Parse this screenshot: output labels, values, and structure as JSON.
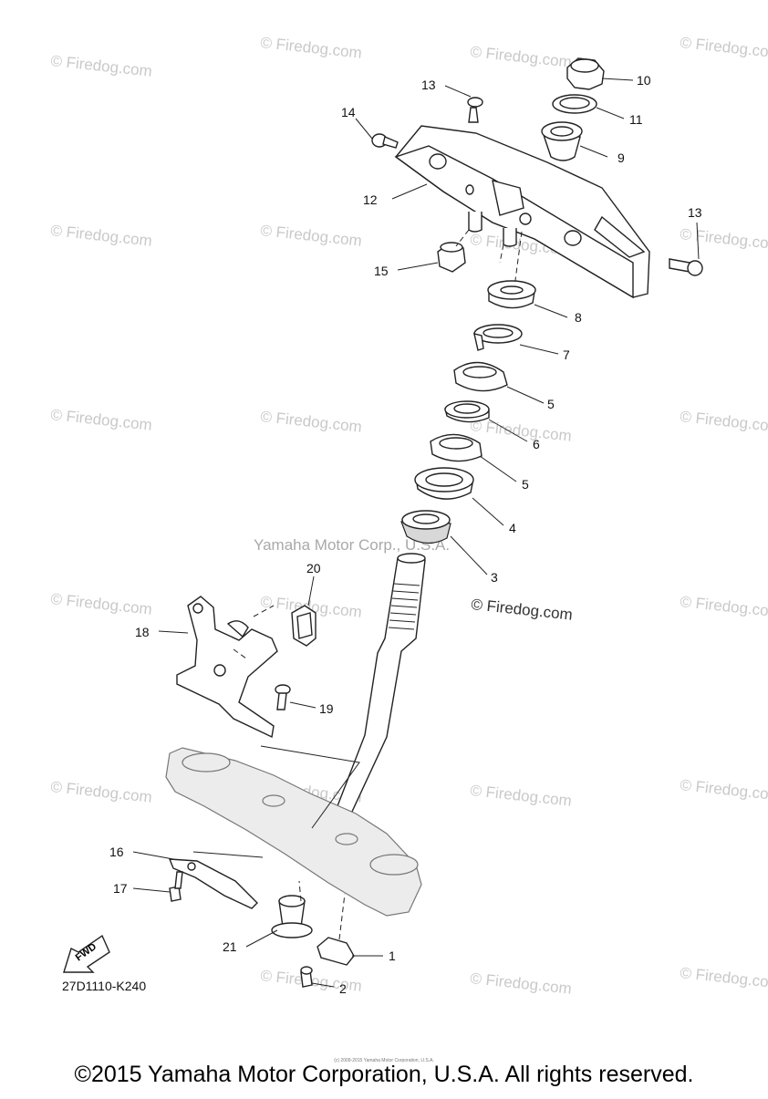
{
  "watermark": {
    "repeat_text": "© Firedog.com",
    "center_text": "Yamaha Motor Corp., U.S.A.",
    "highlight_text": "© Firedog.com"
  },
  "diagram": {
    "code": "27D1110-K240",
    "fwd_label": "FWD",
    "callouts": [
      {
        "id": "c1",
        "label": "1"
      },
      {
        "id": "c2",
        "label": "2"
      },
      {
        "id": "c3",
        "label": "3"
      },
      {
        "id": "c4",
        "label": "4"
      },
      {
        "id": "c5a",
        "label": "5"
      },
      {
        "id": "c5b",
        "label": "5"
      },
      {
        "id": "c6",
        "label": "6"
      },
      {
        "id": "c7",
        "label": "7"
      },
      {
        "id": "c8",
        "label": "8"
      },
      {
        "id": "c9",
        "label": "9"
      },
      {
        "id": "c10",
        "label": "10"
      },
      {
        "id": "c11",
        "label": "11"
      },
      {
        "id": "c12",
        "label": "12"
      },
      {
        "id": "c13a",
        "label": "13"
      },
      {
        "id": "c13b",
        "label": "13"
      },
      {
        "id": "c14",
        "label": "14"
      },
      {
        "id": "c15",
        "label": "15"
      },
      {
        "id": "c16",
        "label": "16"
      },
      {
        "id": "c17",
        "label": "17"
      },
      {
        "id": "c18",
        "label": "18"
      },
      {
        "id": "c19",
        "label": "19"
      },
      {
        "id": "c20",
        "label": "20"
      },
      {
        "id": "c21",
        "label": "21"
      }
    ]
  },
  "footer": {
    "copyright": "©2015 Yamaha Motor Corporation, U.S.A. All rights reserved.",
    "fineprint": "(c) 2009-2015 Yamaha Motor Corporation, U.S.A."
  }
}
